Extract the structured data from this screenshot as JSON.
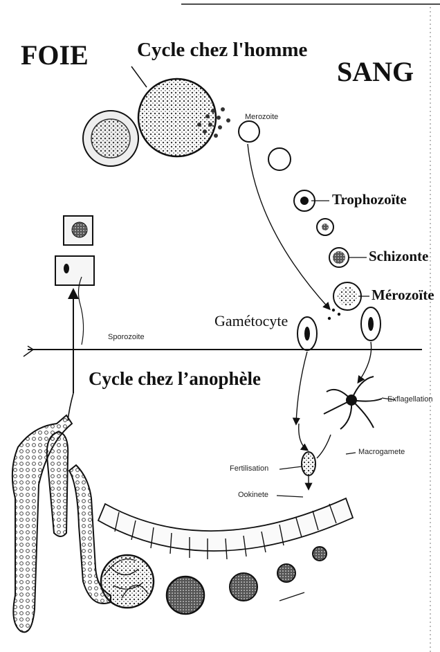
{
  "headings": {
    "foie": "FOIE",
    "cycle_homme": "Cycle chez l'homme",
    "sang": "SANG",
    "cycle_anophele": "Cycle chez l’anophèle"
  },
  "labels": {
    "merozoite_small": "Merozoite",
    "trophozoite": "Trophozoïte",
    "schizonte": "Schizonte",
    "merozoite": "Mérozoïte",
    "gametocyte": "Gamétocyte",
    "sporozoite": "Sporozoite",
    "exflagellation": "Exflagellation",
    "macrogamete": "Macrogamete",
    "fertilisation": "Fertilisation",
    "ookinete": "Ookinete"
  },
  "colors": {
    "ink": "#111111",
    "paper": "#ffffff",
    "shade": "#8a8a8a"
  }
}
